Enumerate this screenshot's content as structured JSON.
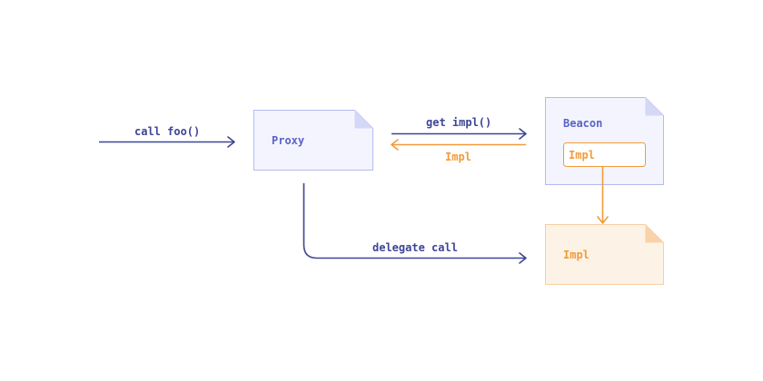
{
  "colors": {
    "blue": "#3d4596",
    "blue_node_fill": "#f3f4fd",
    "blue_node_stroke": "#b5bbee",
    "blue_node_fold": "#d4d8f6",
    "blue_node_text": "#5a63c4",
    "orange": "#f29b3a",
    "orange_node_fill": "#fdf2e6",
    "orange_node_stroke": "#f7cfa3",
    "orange_node_fold": "#f8d2a8"
  },
  "nodes": {
    "proxy": {
      "label": "Proxy"
    },
    "beacon": {
      "label": "Beacon",
      "inner_label": "Impl"
    },
    "impl": {
      "label": "Impl"
    }
  },
  "edges": {
    "call_foo": {
      "label": "call foo()"
    },
    "get_impl": {
      "label": "get impl()"
    },
    "return_impl": {
      "label": "Impl"
    },
    "delegate_call": {
      "label": "delegate call"
    }
  }
}
